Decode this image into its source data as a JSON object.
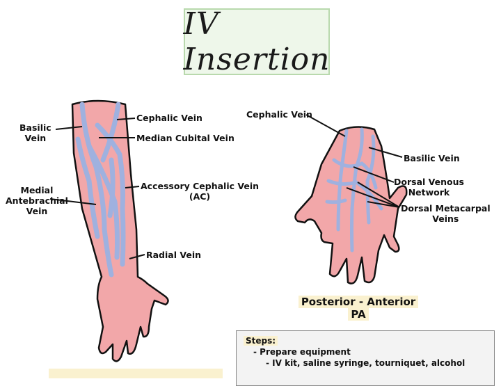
{
  "title": "IV Insertion",
  "arm_labels": {
    "basilic": "Basilic\nVein",
    "cephalic": "Cephalic Vein",
    "median_cubital": "Median Cubital Vein",
    "medial_antebrachial": "Medial\nAntebrachial\nVein",
    "accessory_cephalic": "Accessory Cephalic Vein\n(AC)",
    "radial": "Radial Vein"
  },
  "hand_labels": {
    "cephalic": "Cephalic Vein",
    "basilic": "Basilic Vein",
    "dorsal_venous": "Dorsal Venous\nNetwork",
    "dorsal_metacarpal": "Dorsal Metacarpal\nVeins"
  },
  "hand_caption": {
    "line1": "Posterior - Anterior",
    "line2": "PA"
  },
  "steps": {
    "heading": "Steps:",
    "items": [
      "- Prepare equipment",
      "- IV kit, saline syringe, tourniquet, alcohol"
    ]
  },
  "colors": {
    "skin": "#f2a7a9",
    "vein": "#9fb1df",
    "title_bg": "#eef7ea",
    "highlight": "#faf1cf"
  }
}
